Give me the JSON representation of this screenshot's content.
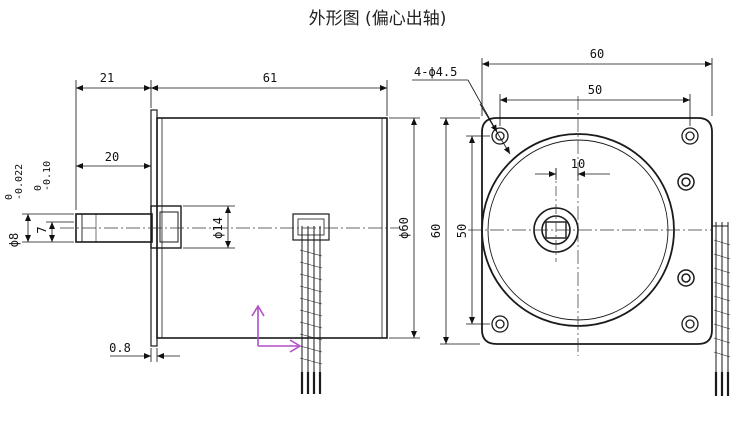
{
  "title": "外形图 (偏心出轴)",
  "side_view": {
    "dim_shaft_length": "21",
    "dim_body_length": "61",
    "dim_flat_length": "20",
    "dim_boss_dia": "ϕ14",
    "dim_body_dia": "ϕ60",
    "dim_flange_thickness": "0.8",
    "dim_shaft_dia_main": "ϕ8",
    "dim_shaft_dia_tol_upper": "0",
    "dim_shaft_dia_tol_lower": "-0.022",
    "dim_flat_main": "7",
    "dim_flat_tol_upper": "0",
    "dim_flat_tol_lower": "-0.10"
  },
  "front_view": {
    "dim_holes": "4-ϕ4.5",
    "dim_width": "60",
    "dim_hole_pitch_x": "50",
    "dim_offset": "10",
    "dim_height": "60",
    "dim_hole_pitch_y": "50"
  },
  "colors": {
    "line": "#1a1a1a",
    "center_line": "#333333",
    "cursor_marker": "#b04fc8"
  }
}
